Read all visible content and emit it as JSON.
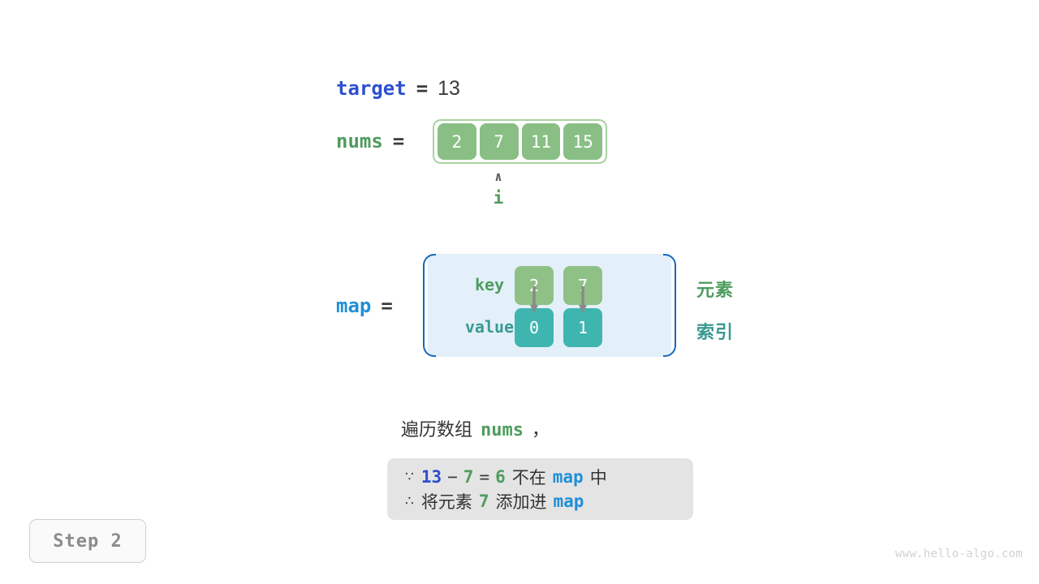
{
  "target": {
    "label": "target",
    "equals": "=",
    "value": "13"
  },
  "nums": {
    "label": "nums",
    "equals": "=",
    "cells": [
      "2",
      "7",
      "11",
      "15"
    ],
    "pointer": {
      "caret": "∧",
      "label": "i",
      "index": 1
    }
  },
  "map": {
    "label": "map",
    "equals": "=",
    "key_label": "key",
    "value_label": "value",
    "entries": [
      {
        "key": "2",
        "value": "0"
      },
      {
        "key": "7",
        "value": "1"
      }
    ],
    "side_labels": {
      "element": "元素",
      "index": "索引"
    }
  },
  "caption": {
    "prefix": "遍历数组",
    "code": "nums",
    "suffix": "，"
  },
  "note": {
    "line1": {
      "symbol": "∵",
      "a": "13",
      "minus": "−",
      "b": "7",
      "eq": "=",
      "result": "6",
      "text_mid": "不在",
      "map": "map",
      "text_end": "中"
    },
    "line2": {
      "symbol": "∴",
      "text_start": "将元素",
      "num": "7",
      "text_mid": "添加进",
      "map": "map"
    }
  },
  "step_badge": "Step 2",
  "watermark": "www.hello-algo.com",
  "colors": {
    "blue_var": "#2d4fd0",
    "blue_map": "#1f8fd8",
    "green_var": "#4f9c5e",
    "green_cell": "#89bf85",
    "teal_cell": "#3fb5b0",
    "map_box_fill": "#e3f0fa",
    "map_box_border": "#1569b8",
    "note_bg": "#e4e4e4",
    "arrow_gray": "#8a8a8a"
  }
}
